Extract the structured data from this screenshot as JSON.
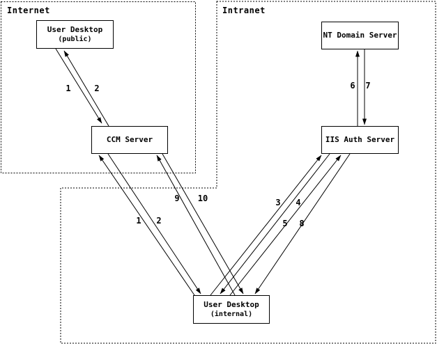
{
  "regions": {
    "internet": {
      "label": "Internet"
    },
    "intranet": {
      "label": "Intranet"
    }
  },
  "nodes": {
    "user_desktop_public": {
      "title": "User Desktop",
      "subtitle": "(public)"
    },
    "ccm_server": {
      "title": "CCM Server"
    },
    "nt_domain_server": {
      "title": "NT Domain Server"
    },
    "iis_auth_server": {
      "title": "IIS Auth Server"
    },
    "user_desktop_internal": {
      "title": "User Desktop",
      "subtitle": "(internal)"
    }
  },
  "flows": {
    "label_1_top": "1",
    "label_2_top": "2",
    "label_1_bottom": "1",
    "label_2_bottom": "2",
    "label_3": "3",
    "label_4": "4",
    "label_5": "5",
    "label_6": "6",
    "label_7": "7",
    "label_8": "8",
    "label_9": "9",
    "label_10": "10"
  },
  "edges": [
    {
      "label": "1",
      "from": "User Desktop (public)",
      "to": "CCM Server"
    },
    {
      "label": "2",
      "from": "CCM Server",
      "to": "User Desktop (public)"
    },
    {
      "label": "1",
      "from": "User Desktop (internal)",
      "to": "CCM Server"
    },
    {
      "label": "2",
      "from": "CCM Server",
      "to": "User Desktop (internal)"
    },
    {
      "label": "3",
      "from": "User Desktop (internal)",
      "to": "IIS Auth Server"
    },
    {
      "label": "4",
      "from": "IIS Auth Server",
      "to": "User Desktop (internal)"
    },
    {
      "label": "5",
      "from": "User Desktop (internal)",
      "to": "IIS Auth Server"
    },
    {
      "label": "6",
      "from": "IIS Auth Server",
      "to": "NT Domain Server"
    },
    {
      "label": "7",
      "from": "NT Domain Server",
      "to": "IIS Auth Server"
    },
    {
      "label": "8",
      "from": "IIS Auth Server",
      "to": "User Desktop (internal)"
    },
    {
      "label": "9",
      "from": "User Desktop (internal)",
      "to": "CCM Server"
    },
    {
      "label": "10",
      "from": "CCM Server",
      "to": "User Desktop (internal)"
    }
  ],
  "colors": {
    "line": "#000000",
    "background": "#ffffff"
  }
}
